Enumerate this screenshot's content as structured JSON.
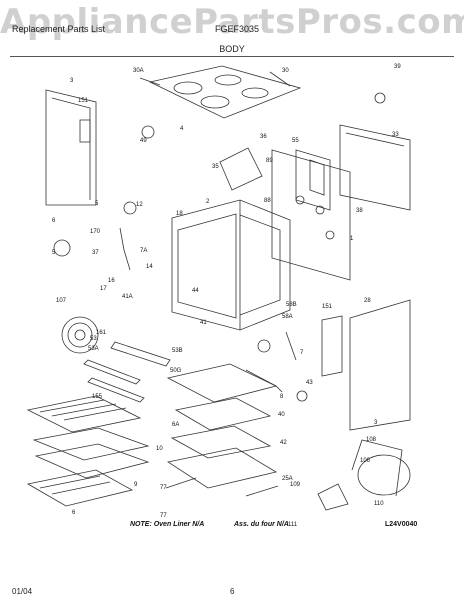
{
  "watermark": "AppliancePartsPros.com",
  "header": {
    "left_text": "Replacement Parts List",
    "right_text": "FGEF3035",
    "section_title": "BODY"
  },
  "notes": {
    "oven_liner": "NOTE: Oven Liner N/A",
    "oven_liner_fr": "Ass. du four N/A",
    "drawing_code": "L24V0040"
  },
  "footer": {
    "date": "01/04",
    "page": "6"
  },
  "callouts": [
    "30A",
    "30",
    "39",
    "3",
    "151",
    "4",
    "49",
    "33",
    "36",
    "55",
    "89",
    "35",
    "88",
    "5",
    "12",
    "38",
    "6",
    "170",
    "18",
    "2",
    "1",
    "7A",
    "37",
    "14",
    "16",
    "5",
    "17",
    "41A",
    "44",
    "107",
    "161",
    "41",
    "58B",
    "151",
    "28",
    "53",
    "58A",
    "53A",
    "53B",
    "7",
    "50G",
    "43",
    "155",
    "6A",
    "8",
    "10",
    "40",
    "42",
    "108",
    "9",
    "77",
    "25A",
    "106",
    "109",
    "110",
    "6",
    "77",
    "111",
    "3"
  ],
  "icons": [
    "range-body-exploded-diagram"
  ]
}
